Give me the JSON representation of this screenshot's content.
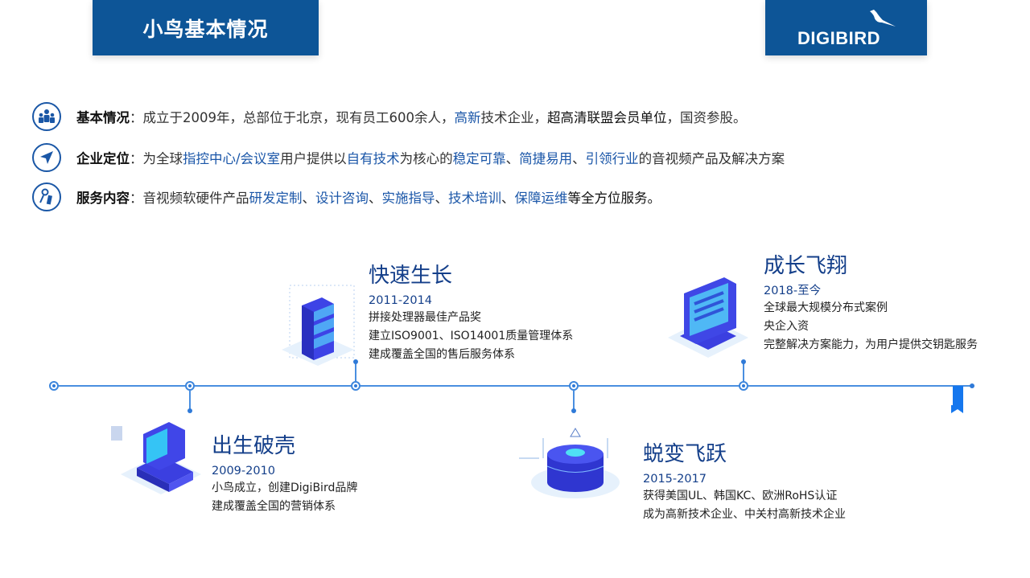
{
  "header": {
    "title": "小鸟基本情况",
    "logo_text": "DIGIBIRD"
  },
  "info": [
    {
      "label": "基本情况",
      "sep": "：",
      "parts": [
        {
          "t": "成立于2009年，总部位于北京，现有员工600余人，",
          "c": "n"
        },
        {
          "t": "高新",
          "c": "h"
        },
        {
          "t": "技术企业，",
          "c": "n"
        },
        {
          "t": "超高清联盟会员单位",
          "c": "b"
        },
        {
          "t": "，国资参股。",
          "c": "n"
        }
      ]
    },
    {
      "label": "企业定位",
      "sep": "：",
      "parts": [
        {
          "t": "为全球",
          "c": "n"
        },
        {
          "t": "指控中心/会议室",
          "c": "h"
        },
        {
          "t": "用户提供以",
          "c": "n"
        },
        {
          "t": "自有技术",
          "c": "h"
        },
        {
          "t": "为核心的",
          "c": "n"
        },
        {
          "t": "稳定可靠",
          "c": "h"
        },
        {
          "t": "、",
          "c": "n"
        },
        {
          "t": "简捷易用",
          "c": "h"
        },
        {
          "t": "、",
          "c": "n"
        },
        {
          "t": "引领行业",
          "c": "h"
        },
        {
          "t": "的音视频产品及解决方案",
          "c": "n"
        }
      ]
    },
    {
      "label": "服务内容",
      "sep": "：",
      "parts": [
        {
          "t": "音视频软硬件产品",
          "c": "n"
        },
        {
          "t": "研发定制",
          "c": "h"
        },
        {
          "t": "、",
          "c": "n"
        },
        {
          "t": "设计咨询",
          "c": "h"
        },
        {
          "t": "、",
          "c": "n"
        },
        {
          "t": "实施指导",
          "c": "h"
        },
        {
          "t": "、",
          "c": "n"
        },
        {
          "t": "技术培训",
          "c": "h"
        },
        {
          "t": "、",
          "c": "n"
        },
        {
          "t": "保障运维",
          "c": "h"
        },
        {
          "t": "等全方位服务。",
          "c": "b"
        }
      ]
    }
  ],
  "milestones": [
    {
      "title": "出生破壳",
      "years": "2009-2010",
      "lines": [
        "小鸟成立，创建DigiBird品牌",
        "建成覆盖全国的营销体系"
      ]
    },
    {
      "title": "快速生长",
      "years": "2011-2014",
      "lines": [
        "拼接处理器最佳产品奖",
        "建立ISO9001、ISO14001质量管理体系",
        "建成覆盖全国的售后服务体系"
      ]
    },
    {
      "title": "蜕变飞跃",
      "years": "2015-2017",
      "lines": [
        "获得美国UL、韩国KC、欧洲RoHS认证",
        "成为高新技术企业、中关村高新技术企业"
      ]
    },
    {
      "title": "成长飞翔",
      "years": "2018-至今",
      "lines": [
        "全球最大规模分布式案例",
        "央企入资",
        "完整解决方案能力，为用户提供交钥匙服务"
      ]
    }
  ],
  "colors": {
    "brand": "#0d5597",
    "accent": "#1a56a8",
    "timeline": "#4a8fe0"
  }
}
